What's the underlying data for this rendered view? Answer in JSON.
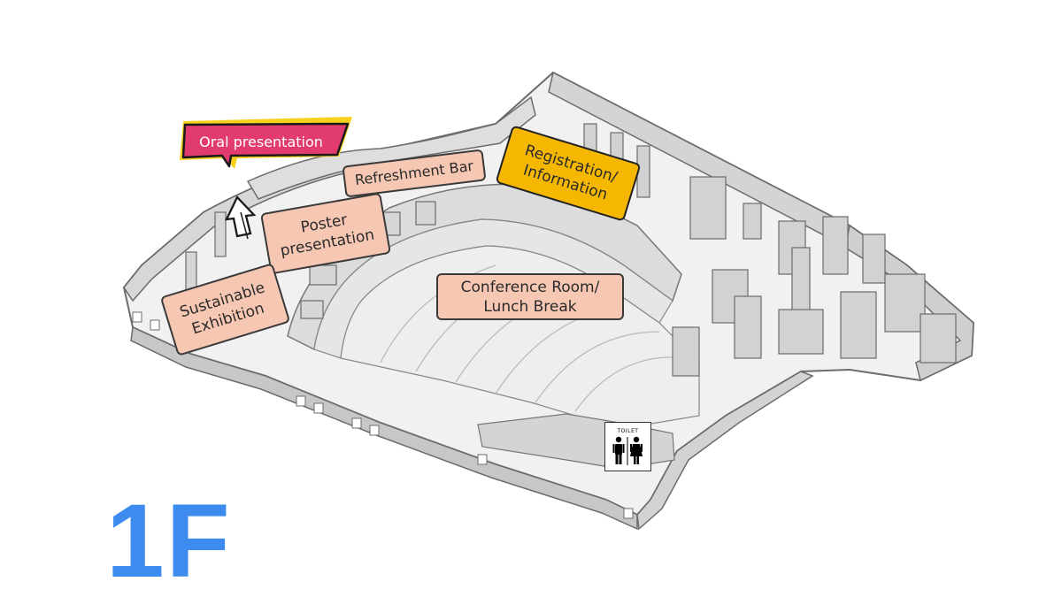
{
  "map": {
    "floor_label": "1F",
    "areas": {
      "oral_presentation": "Oral presentation",
      "refreshment_bar": "Refreshment Bar",
      "registration_line1": "Registration/",
      "registration_line2": "Information",
      "poster_line1": "Poster",
      "poster_line2": "presentation",
      "sustainable_line1": "Sustainable",
      "sustainable_line2": "Exhibition",
      "conference_line1": "Conference Room/",
      "conference_line2": "Lunch Break"
    },
    "toilet_sign": "TOILET",
    "icons": [
      "entrance-arrow-icon",
      "toilet-icon"
    ],
    "colors": {
      "floor_label": "#3d8bef",
      "label_peach": "#f6c7b3",
      "label_yellow": "#f5b700",
      "oral_callout_pink": "#e23b6e",
      "oral_callout_shadow_yellow": "#f7d11e",
      "walls": "#d9d9d9"
    }
  }
}
